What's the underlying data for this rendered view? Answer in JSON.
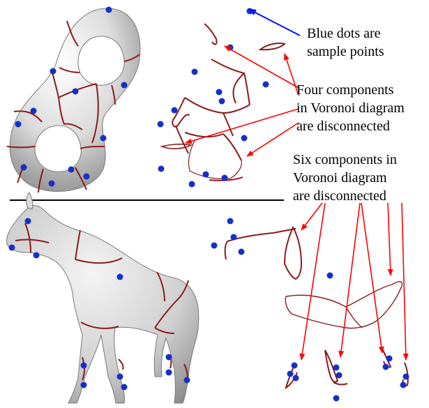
{
  "annotations": {
    "blue_dots": [
      "Blue dots are",
      "sample points"
    ],
    "four_components": [
      "Four components",
      "in Voronoi diagram",
      "are disconnected"
    ],
    "six_components": [
      "Six components in",
      "Voronoi diagram",
      "are disconnected"
    ]
  },
  "colors": {
    "sample_point": "#1530c8",
    "voronoi_curve": "#8b1a1a",
    "arrow_red": "#ff0000",
    "arrow_blue": "#0010ff",
    "mesh_surface": "#d4d4d4",
    "divider": "#000000"
  },
  "icons": {
    "sample_point": "filled-blue-dot",
    "arrow": "arrowhead"
  }
}
